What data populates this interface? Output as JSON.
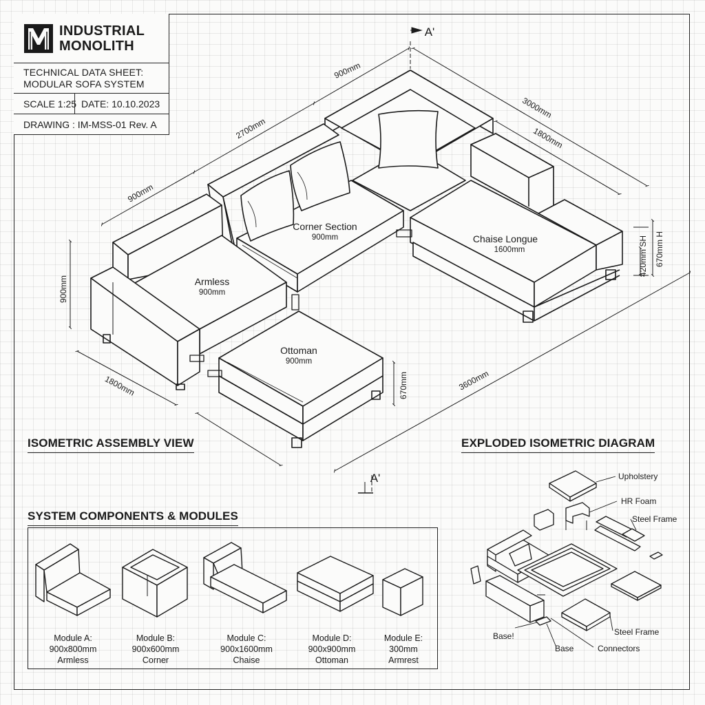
{
  "title_block": {
    "brand_line1": "INDUSTRIAL",
    "brand_line2": "MONOLITH",
    "sheet_title_line1": "TECHNICAL DATA SHEET:",
    "sheet_title_line2": "MODULAR SOFA SYSTEM",
    "scale": "SCALE 1:25",
    "date": "DATE: 10.10.2023",
    "drawing": "DRAWING : IM-MSS-01 Rev. A"
  },
  "section_markers": {
    "top": "A'",
    "bottom": "A'"
  },
  "assembly": {
    "heading": "ISOMETRIC ASSEMBLY VIEW",
    "modules": [
      {
        "name": "Armless",
        "size": "900mm"
      },
      {
        "name": "Corner Section",
        "size": "900mm"
      },
      {
        "name": "Chaise Longue",
        "size": "1600mm"
      },
      {
        "name": "Ottoman",
        "size": "900mm"
      }
    ],
    "dimensions": {
      "top_900": "900mm",
      "top_2700": "2700mm",
      "left_900": "900mm",
      "right_3000": "3000mm",
      "right_1800": "1800mm",
      "height_left": "900mm",
      "depth_left": "1800mm",
      "ottoman_height": "670mm",
      "bottom_3600": "3600mm",
      "seat_height": "420mm SH",
      "overall_height": "670mm H"
    }
  },
  "exploded": {
    "heading": "EXPLODED ISOMETRIC DIAGRAM",
    "labels": {
      "upholstery": "Upholstery",
      "foam": "HR Foam",
      "steel_frame_top": "Steel Frame",
      "steel_frame_bottom": "Steel Frame",
      "base_left": "Base!",
      "base": "Base",
      "connectors": "Connectors"
    }
  },
  "components": {
    "heading": "SYSTEM COMPONENTS & MODULES",
    "items": [
      {
        "code": "Module A:",
        "size": "900x800mm",
        "type": "Armless"
      },
      {
        "code": "Module B:",
        "size": "900x600mm",
        "type": "Corner"
      },
      {
        "code": "Module C:",
        "size": "900x1600mm",
        "type": "Chaise"
      },
      {
        "code": "Module D:",
        "size": "900x900mm",
        "type": "Ottoman"
      },
      {
        "code": "Module E:",
        "size": "300mm",
        "type": "Armrest"
      }
    ]
  },
  "colors": {
    "ink": "#1a1a1a",
    "paper": "#fbfbfa",
    "grid": "#e2e2e0"
  }
}
